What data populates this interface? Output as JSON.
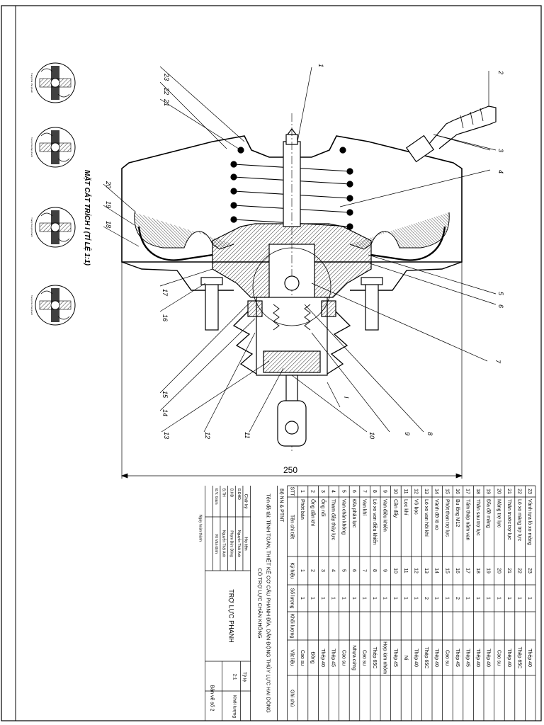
{
  "drawing": {
    "section_title": "MẶT CẮT TRÍCH I (TỈ LỆ 1:1)",
    "dimension": "250",
    "detail_mark": "I",
    "callouts": [
      "1",
      "2",
      "3",
      "4",
      "5",
      "6",
      "7",
      "8",
      "9",
      "10",
      "11",
      "12",
      "13",
      "14",
      "15",
      "16",
      "17",
      "18",
      "19",
      "20",
      "21",
      "22",
      "23"
    ],
    "detail_views": [
      {
        "caption": "Trạng thái nhả phanh"
      },
      {
        "caption": "Trạng thái đạp phanh"
      },
      {
        "caption": "Trạng thái giữ phanh"
      },
      {
        "caption": "Trạng thái nhả phanh"
      }
    ]
  },
  "bom": {
    "headers": [
      "STT",
      "Tên chi tiết",
      "Ký hiệu",
      "Số lượng",
      "Khối lượng",
      "Vật liệu",
      "Ghi chú"
    ],
    "rows": [
      [
        "23",
        "Vành tựa lò xo màng",
        "23",
        "1",
        "",
        "Thép 40",
        ""
      ],
      [
        "22",
        "Lò xo màng trợ lực",
        "22",
        "1",
        "",
        "Thép 65C",
        ""
      ],
      [
        "21",
        "Thân trước trợ lực",
        "21",
        "1",
        "",
        "Thép 40",
        ""
      ],
      [
        "20",
        "Màng trợ lực",
        "20",
        "1",
        "",
        "Cao su",
        ""
      ],
      [
        "19",
        "Đĩa đỡ màng",
        "19",
        "1",
        "",
        "Thép 40",
        ""
      ],
      [
        "18",
        "Thân sau trợ lực",
        "18",
        "1",
        "",
        "Thép 40",
        ""
      ],
      [
        "17",
        "Tấm thép nằm van",
        "17",
        "1",
        "",
        "Thép 45",
        ""
      ],
      [
        "16",
        "Bu lông M12",
        "16",
        "2",
        "",
        "Thép 45",
        ""
      ],
      [
        "15",
        "Phớt than trợ lực",
        "15",
        "1",
        "",
        "Cao su",
        ""
      ],
      [
        "14",
        "Vành đỡ lò xo",
        "14",
        "1",
        "",
        "Thép 40",
        ""
      ],
      [
        "13",
        "Lò xo van hồi khí",
        "13",
        "2",
        "",
        "Thép 65C",
        ""
      ],
      [
        "12",
        "Vỏ bọc",
        "12",
        "1",
        "",
        "Thép 40",
        ""
      ],
      [
        "11",
        "Lọc khí",
        "11",
        "1",
        "",
        "Nỉ",
        ""
      ],
      [
        "10",
        "Cần đẩy",
        "10",
        "1",
        "",
        "Thép 45",
        ""
      ],
      [
        "9",
        "Van điều khiển",
        "9",
        "1",
        "",
        "Hợp kim nhôm",
        ""
      ],
      [
        "8",
        "Lò xo van điều khiển",
        "8",
        "1",
        "",
        "Thép 65C",
        ""
      ],
      [
        "7",
        "Van khí",
        "7",
        "1",
        "",
        "Cao su",
        ""
      ],
      [
        "6",
        "Đĩa phản lực",
        "6",
        "1",
        "",
        "Nhựa cứng",
        ""
      ],
      [
        "5",
        "Van chân không",
        "5",
        "1",
        "",
        "Cao su",
        ""
      ],
      [
        "4",
        "Tham đẩy thủy lực",
        "4",
        "1",
        "",
        "Thép 45",
        ""
      ],
      [
        "3",
        "Ống nối",
        "3",
        "1",
        "",
        "Thép 40",
        ""
      ],
      [
        "2",
        "Ống dẫn khí",
        "2",
        "1",
        "",
        "Đồng",
        ""
      ],
      [
        "1",
        "Phớt bán",
        "1",
        "1",
        "",
        "Cao su",
        ""
      ]
    ],
    "department": "Bộ NN & PTNT",
    "project_title_line1": "Tên đề tài: TÍNH TOÁN, THIẾT KẾ CƠ CẤU PHANH ĐĨA, DẪN ĐỘNG THỦY LỰC HAI DÒNG",
    "project_title_line2": "CÓ TRỢ LỰC CHÂN KHÔNG",
    "drawing_name": "TRỢ LỰC PHANH",
    "scale_label": "Tỷ lệ",
    "scale_value": "2:1",
    "mass_label": "Khối lượng",
    "sheet_no": "Bản vẽ số 2",
    "date_label": "Ngày hoàn thành",
    "sign_rows": [
      {
        "role": "Đ.ĐHD",
        "name": "Nguyễn Thái Anh"
      },
      {
        "role": "Đ.HD",
        "name": "Phạm Đức Đông"
      },
      {
        "role": "Đ.TH",
        "name": "Nguyễn Thái Anh"
      },
      {
        "role": "Đ.V. Giám",
        "name": "Võ Văn Định"
      }
    ],
    "sign_header_role": "Chữ ký",
    "sign_header_name": "Họ tên"
  }
}
